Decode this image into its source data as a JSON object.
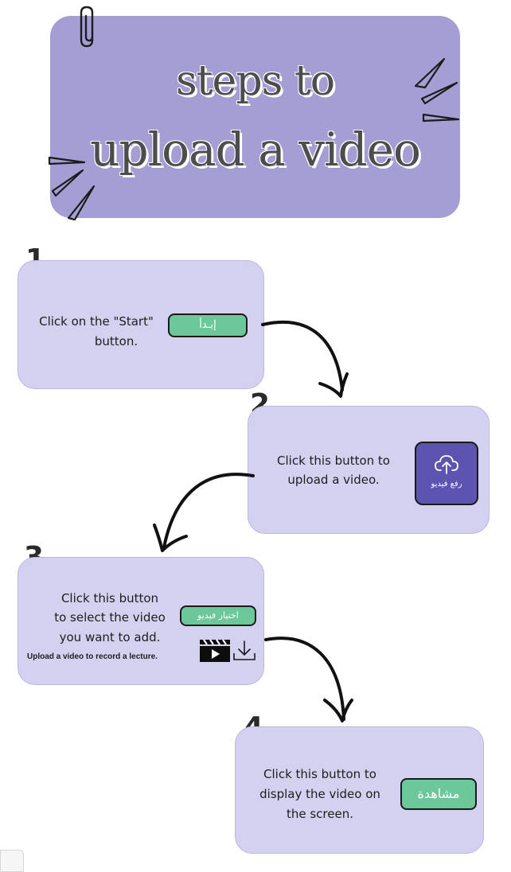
{
  "title": {
    "line1": "steps to",
    "line2": "upload a video"
  },
  "steps": [
    {
      "number": "1",
      "text_lines": [
        "Click on the \"Start\"",
        "button."
      ],
      "button_label": "إبـدأ"
    },
    {
      "number": "2",
      "text_lines": [
        "Click this button to",
        "upload a video."
      ],
      "button_label": "رفع فيديو",
      "button_icon": "cloud-upload-icon"
    },
    {
      "number": "3",
      "text_lines": [
        "Click this button",
        "to select the video",
        "you want to add."
      ],
      "note": "Upload a video to record a lecture.",
      "button_label": "اختيار فيديو",
      "icons": [
        "clapperboard-icon",
        "download-icon"
      ]
    },
    {
      "number": "4",
      "text_lines": [
        "Click this button to",
        "display the video on",
        "the screen."
      ],
      "button_label": "مشاهدة"
    }
  ],
  "colors": {
    "banner": "#a59ed4",
    "card": "#d4d0f0",
    "green_button": "#6cc89a",
    "purple_tile": "#5d54b1"
  }
}
